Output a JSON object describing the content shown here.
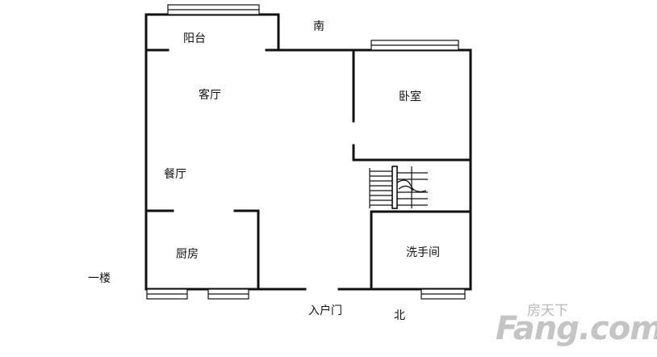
{
  "rooms": {
    "balcony": "阳台",
    "living_room": "客厅",
    "bedroom": "卧室",
    "dining_room": "餐厅",
    "kitchen": "厨房",
    "washroom": "洗手间"
  },
  "compass": {
    "south": "南",
    "north": "北"
  },
  "entrance": "入户门",
  "floor": "一楼",
  "watermark": {
    "chinese": "房天下",
    "brand": "Fang.com"
  }
}
